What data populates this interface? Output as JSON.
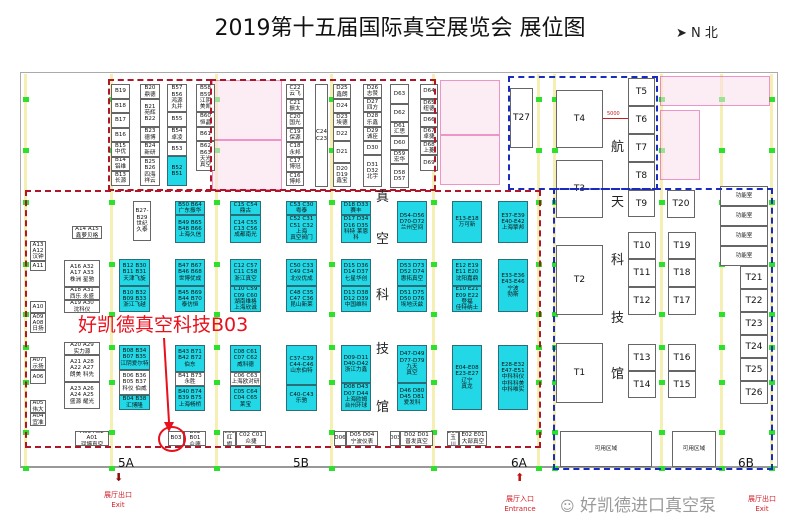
{
  "title": "2019第十五届国际真空展览会   展位图",
  "north": {
    "arrow": "➤",
    "label": "N 北"
  },
  "annotation": {
    "text": "好凯德真空科技B03",
    "highlight_booth": "B03",
    "color": "#e8101c"
  },
  "hall_labels": [
    "5A",
    "5B",
    "6A",
    "6B"
  ],
  "exits": [
    {
      "cn": "展厅出口",
      "en": "Exit"
    },
    {
      "cn": "展厅入口",
      "en": "Entrance"
    },
    {
      "cn": "展厅出口",
      "en": "Exit"
    }
  ],
  "pavilion_left": [
    "真",
    "空",
    "科",
    "技",
    "馆"
  ],
  "pavilion_right": [
    "航",
    "天",
    "科",
    "技",
    "馆"
  ],
  "dimension_label": "5000",
  "watermark": "好凯德进口真空泵",
  "colors": {
    "booth_highlight": "#22d8e6",
    "zone_vacuum": "#b0162a",
    "zone_aerospace": "#1a2bc0",
    "pillar": "#2ee02e"
  },
  "booths": [
    [
      "B19"
    ],
    [
      "B18"
    ],
    [
      "B17"
    ],
    [
      "B16"
    ],
    [
      "B15",
      "中优"
    ],
    [
      "B14",
      "铝维"
    ],
    [
      "B13",
      "长源"
    ],
    [
      "B20",
      "鼎德"
    ],
    [
      "B21",
      "苑辉",
      "B22"
    ],
    [
      "B23",
      "德博"
    ],
    [
      "B24",
      "新研"
    ],
    [
      "B25",
      "B26",
      "四海",
      "祥云"
    ],
    [
      "B57",
      "B56",
      "鸿源",
      "丸井"
    ],
    [
      "B55"
    ],
    [
      "B54",
      "卓凌"
    ],
    [
      "B53"
    ],
    [
      "B52",
      "B51"
    ],
    [
      "B58",
      "B59",
      "江阴",
      "美凯"
    ],
    [
      "B60",
      "恒晶"
    ],
    [
      "B61"
    ],
    [
      "B62",
      "B63",
      "天光",
      "真空"
    ],
    [
      "C22",
      "云飞"
    ],
    [
      "C21",
      "振太"
    ],
    [
      "C20",
      "国光"
    ],
    [
      "C19",
      "保源"
    ],
    [
      "C18",
      "永邦"
    ],
    [
      "C17",
      "博冠"
    ],
    [
      "C16",
      "博邦"
    ],
    [
      "C24",
      "C23"
    ],
    [
      "D25",
      "鑫朗"
    ],
    [
      "D24"
    ],
    [
      "D23",
      "埃德"
    ],
    [
      "D22"
    ],
    [
      "D21"
    ],
    [
      "D20",
      "D19",
      "鑫宝"
    ],
    [
      "D26",
      "志赞"
    ],
    [
      "D27",
      "四方"
    ],
    [
      "D28",
      "乐鑫"
    ],
    [
      "D29",
      "诚臣"
    ],
    [
      "D30"
    ],
    [
      "D31",
      "D32",
      "北宇"
    ],
    [
      "D63"
    ],
    [
      "D62"
    ],
    [
      "D61",
      "汇思"
    ],
    [
      "D60"
    ],
    [
      "D59",
      "宏华"
    ],
    [
      "D58",
      "D57"
    ],
    [
      "D64"
    ],
    [
      "D65",
      "纽德"
    ],
    [
      "D66"
    ],
    [
      "D67",
      "卓捷"
    ],
    [
      "D68",
      "上菱"
    ],
    [
      "D69"
    ],
    [
      "B27-",
      "B29",
      "世纪",
      "久泰"
    ],
    [
      "B50 B64",
      "广东振华"
    ],
    [
      "B49 B65",
      "B48 B66",
      "上海久信"
    ],
    [
      "C15 C54",
      "鼎古"
    ],
    [
      "C14 C55",
      "C13 C56",
      "成都南光"
    ],
    [
      "C53 C30",
      "粤泰"
    ],
    [
      "C52 C31",
      "C51 C32",
      "上海",
      "真空阀门"
    ],
    [
      "D18 D33",
      "赛丰"
    ],
    [
      "D17 D34",
      "D16 D35",
      "科特 莱恩科"
    ],
    [
      "D54-D56",
      "D70-D72",
      "兰州空间"
    ],
    [
      "E13-E18",
      "万可新"
    ],
    [
      "E37-E39",
      "E40-E42",
      "上海擎邦"
    ],
    [
      "B12 B30",
      "B11 B31",
      "天津飞旋"
    ],
    [
      "B10 B32",
      "B09 B33",
      "浙江飞越"
    ],
    [
      "B47 B67",
      "B46 B68",
      "世博优成"
    ],
    [
      "B45 B69",
      "B44 B70",
      "泰仿恒"
    ],
    [
      "C12 C57",
      "C11 C58",
      "浙江真空"
    ],
    [
      "C10 C59",
      "C09 C60",
      "湖南维格",
      "上海欣诚"
    ],
    [
      "C50 C33",
      "C49 C34",
      "北仪优成"
    ],
    [
      "C48 C35",
      "C47 C36",
      "昆山新莱"
    ],
    [
      "D15 D36",
      "D14 D37",
      "七星华创"
    ],
    [
      "D13 D38",
      "D12 D39",
      "中国维科"
    ],
    [
      "D53 D73",
      "D52 D74",
      "惠拓真空"
    ],
    [
      "D51 D75",
      "D50 D76",
      "埃地沃兹"
    ],
    [
      "E12 E19",
      "E11 E20",
      "沈阳嘉鼎"
    ],
    [
      "E10 E21",
      "E09 E22",
      "登福",
      "佳特纳士"
    ],
    [
      "E33-E36",
      "E43-E46",
      "宁波",
      "勃斯"
    ],
    [
      "B08 B34",
      "B07 B35",
      "江阴爱尔特"
    ],
    [
      "B06 B36",
      "B05 B37",
      "科仪 伯威"
    ],
    [
      "B04 B38",
      "汇博隆"
    ],
    [
      "B43 B71",
      "B42 B72",
      "伯东"
    ],
    [
      "B41 B73",
      "永胜"
    ],
    [
      "B40 B74",
      "B39 B75",
      "上海畅桥"
    ],
    [
      "C08 C61",
      "C07 C62",
      "威科德"
    ],
    [
      "C06 C63",
      "上海欧对研"
    ],
    [
      "C05 C64",
      "C04 C65",
      "莱宝"
    ],
    [
      "C37-C39",
      "C44-C46",
      "山东伯特"
    ],
    [
      "C40-C43",
      "乐驰"
    ],
    [
      "D09-D11",
      "D40-D42",
      "浙江力鑫"
    ],
    [
      "D08 D43",
      "D07 D44",
      "上海欧姆",
      "台州环球"
    ],
    [
      "D47-D49",
      "D77-D79",
      "九天",
      "真空"
    ],
    [
      "D46 D80",
      "D45 D81",
      "爱发科"
    ],
    [
      "E04-E08",
      "E23-E27",
      "辽宁",
      "真龙"
    ],
    [
      "E28-E32",
      "E47-E51",
      "中科科仪",
      "中科科美",
      "中科唯实"
    ],
    [
      "A03 A02 A01",
      "润博真空"
    ],
    [
      "B03"
    ],
    [
      "B02 B01",
      "众德"
    ],
    [
      "C03",
      "红旗"
    ],
    [
      "C02 C01",
      "众捷"
    ],
    [
      "D06"
    ],
    [
      "D05 D04",
      "宁波仪表"
    ],
    [
      "D03"
    ],
    [
      "D02 D01",
      "普发真空"
    ],
    [
      "E03",
      "玉川"
    ],
    [
      "E02 E01",
      "大部真空"
    ],
    [
      "A14 A15",
      "鑫萝贝格"
    ],
    [
      "A13",
      "A12",
      "汉钟"
    ],
    [
      "A11"
    ],
    [
      "A10"
    ],
    [
      "A09",
      "A08",
      "日扬"
    ],
    [
      "A07",
      "示扬"
    ],
    [
      "A06"
    ],
    [
      "A05",
      "伟大"
    ],
    [
      "A04",
      "宜准"
    ],
    [
      "A16 A32",
      "A17 A33",
      "株洲 星驰"
    ],
    [
      "A18 A31",
      "西乐 永盛"
    ],
    [
      "A19 A30",
      "沈科仪"
    ],
    [
      "A20 A29",
      "实力源"
    ],
    [
      "A21 A28",
      "A22 A27",
      "朗美 科先"
    ],
    [
      "A23 A26",
      "A24 A25",
      "盛源 耀光"
    ],
    [
      "T27"
    ],
    [
      "T4"
    ],
    [
      "T3"
    ],
    [
      "T5"
    ],
    [
      "T6"
    ],
    [
      "T7"
    ],
    [
      "T8"
    ],
    [
      "T9"
    ],
    [
      "T20"
    ],
    [
      "功能室"
    ],
    [
      "功能室"
    ],
    [
      "功能室"
    ],
    [
      "功能室"
    ],
    [
      "T2"
    ],
    [
      "T1"
    ],
    [
      "T10"
    ],
    [
      "T11"
    ],
    [
      "T12"
    ],
    [
      "T13"
    ],
    [
      "T14"
    ],
    [
      "T19"
    ],
    [
      "T18"
    ],
    [
      "T17"
    ],
    [
      "T16"
    ],
    [
      "T15"
    ],
    [
      "T21"
    ],
    [
      "T22"
    ],
    [
      "T23"
    ],
    [
      "T24"
    ],
    [
      "T25"
    ],
    [
      "T26"
    ],
    [
      "可用区域"
    ],
    [
      "可用区域"
    ]
  ]
}
